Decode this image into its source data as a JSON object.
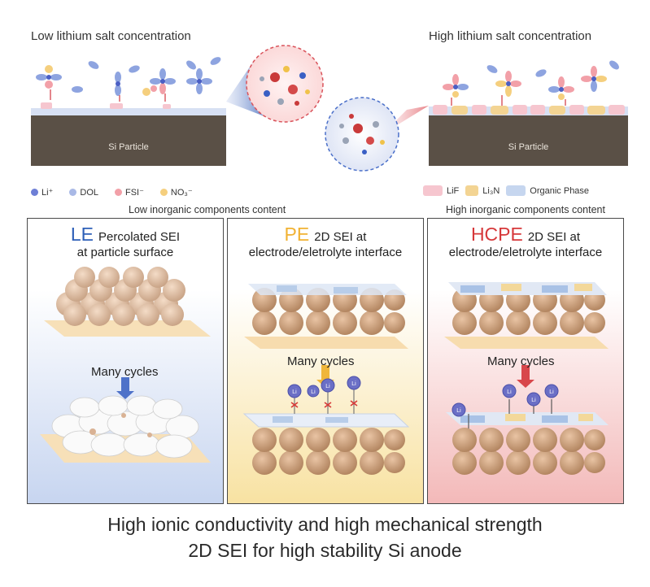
{
  "top": {
    "left_header": "Low lithium salt concentration",
    "right_header": "High lithium salt concentration",
    "particle_label": "Si Particle",
    "left_legend": [
      {
        "label": "Li⁺",
        "color": "#6e7fd6"
      },
      {
        "label": "DOL",
        "color": "#a9b9e6"
      },
      {
        "label": "FSI⁻",
        "color": "#f2a0a8"
      },
      {
        "label": "NO₃⁻",
        "color": "#f5cf7e"
      }
    ],
    "right_legend": [
      {
        "label": "LiF",
        "color": "#f6c6cf"
      },
      {
        "label": "Li₃N",
        "color": "#f3d493"
      },
      {
        "label": "Organic Phase",
        "color": "#c6d6ef"
      }
    ],
    "low_content": "Low inorganic components content",
    "high_content": "High inorganic components content"
  },
  "panels": [
    {
      "tag": "LE",
      "tag_color": "#2d5fb8",
      "line1": "Percolated SEI",
      "line2": "at particle surface",
      "cycles": "Many cycles",
      "bg_bottom": "#c7d5f0",
      "arrow": "#4e72c9"
    },
    {
      "tag": "PE",
      "tag_color": "#f1b233",
      "line1": "2D SEI at",
      "line2": "electrode/eletrolyte interface",
      "cycles": "Many cycles",
      "bg_bottom": "#f8e2a2",
      "arrow": "#f0b63a"
    },
    {
      "tag": "HCPE",
      "tag_color": "#d6383a",
      "line1": "2D SEI at",
      "line2": "electrode/eletrolyte interface",
      "cycles": "Many cycles",
      "bg_bottom": "#f3b9b9",
      "arrow": "#d8474b"
    }
  ],
  "ion_label": "Li",
  "footer": {
    "line1": "High ionic conductivity and high mechanical strength",
    "line2": "2D SEI for high stability Si anode"
  }
}
